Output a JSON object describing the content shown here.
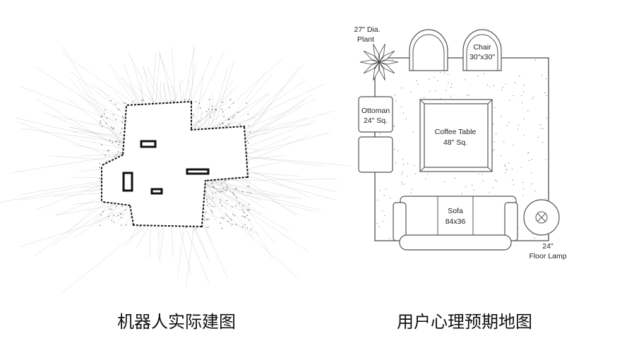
{
  "captions": {
    "left": "机器人实际建图",
    "right": "用户心理预期地图"
  },
  "floorplan": {
    "plant": [
      "27\" Dia.",
      "Plant"
    ],
    "chair": [
      "Chair",
      "30\"x30\""
    ],
    "ottoman": [
      "Ottoman",
      "24\" Sq."
    ],
    "coffee_table": [
      "Coffee Table",
      "48\" Sq."
    ],
    "sofa": [
      "Sofa",
      "84x36"
    ],
    "lamp": [
      "24\"",
      "Floor Lamp"
    ]
  }
}
